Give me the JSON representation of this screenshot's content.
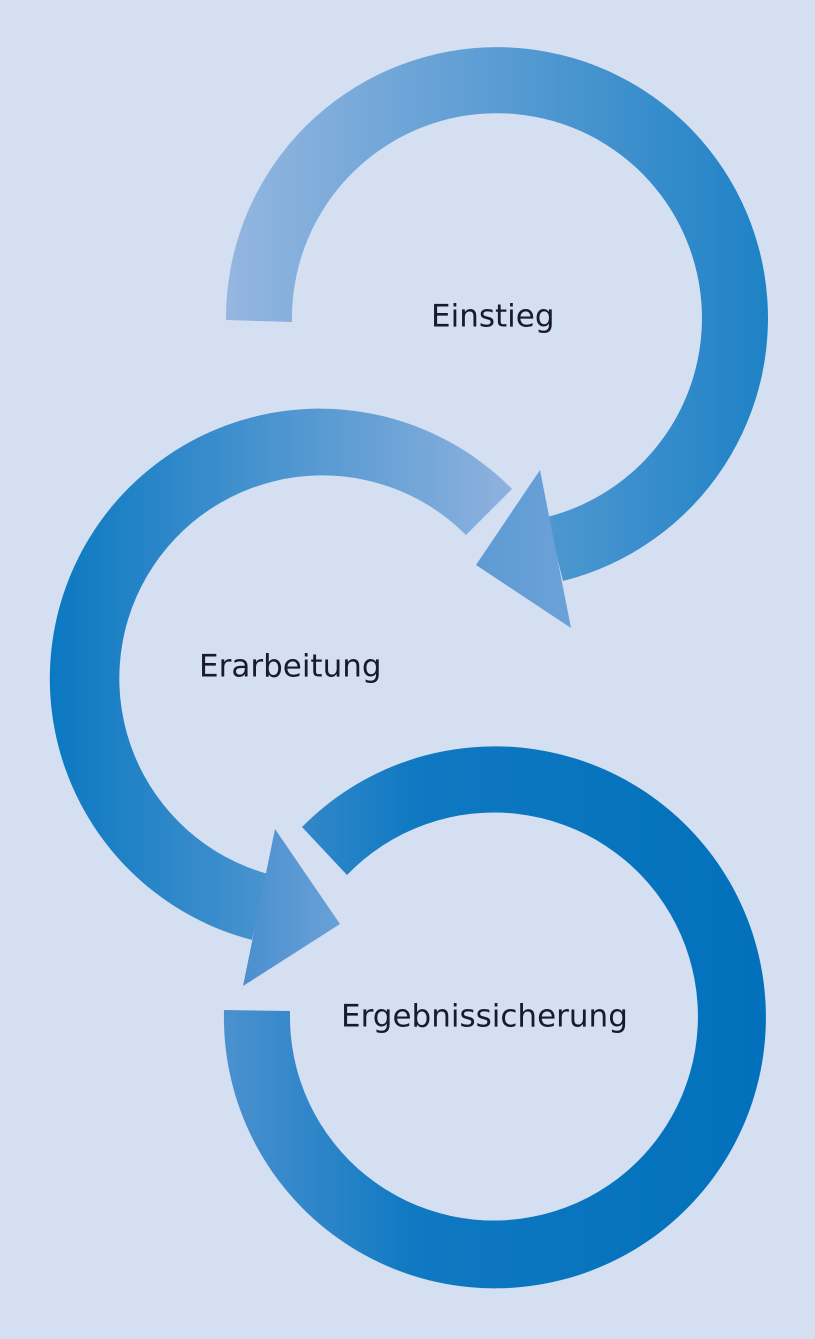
{
  "steps": [
    {
      "label": "Einstieg"
    },
    {
      "label": "Erarbeitung"
    },
    {
      "label": "Ergebnissicherung"
    }
  ],
  "colors": {
    "background": "#d4e0f2",
    "arrow_light": "#95b6e0",
    "arrow_mid": "#5e9ad4",
    "arrow_dark": "#0a75bf",
    "text": "#1a1a2e"
  }
}
